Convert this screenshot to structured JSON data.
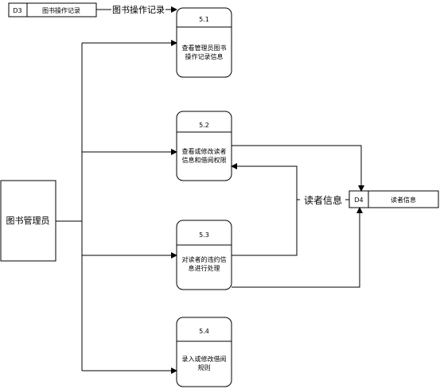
{
  "entity": {
    "label": "图书管理员"
  },
  "stores": [
    {
      "id": "D3",
      "name": "图书操作记录"
    },
    {
      "id": "D4",
      "name": "读者信息"
    }
  ],
  "processes": [
    {
      "id": "5.1",
      "lines": [
        "查看管理员图书",
        "操作记录信息"
      ]
    },
    {
      "id": "5.2",
      "lines": [
        "查看或修改读者",
        "信息和借阅权限"
      ]
    },
    {
      "id": "5.3",
      "lines": [
        "对读者的违约信",
        "息进行处理"
      ]
    },
    {
      "id": "5.4",
      "lines": [
        "录入或修改借阅",
        "规则"
      ]
    }
  ],
  "flows": {
    "d3_to_p51": "图书操作记录",
    "reader_info": "读者信息"
  }
}
